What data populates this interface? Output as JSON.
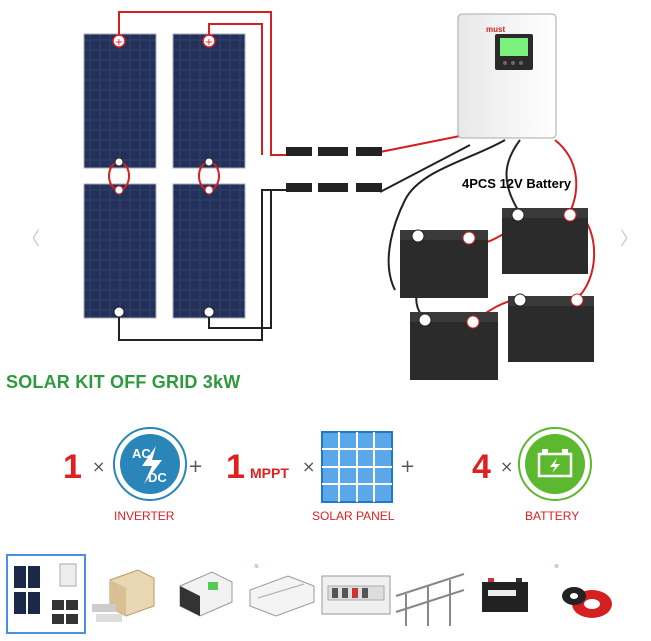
{
  "product": {
    "inverter_brand": "must",
    "battery_label": "4PCS 12V Battery",
    "title": "SOLAR KIT OFF GRID 3kW"
  },
  "gallery": {
    "prev_icon": "chevron-left-icon",
    "next_icon": "chevron-right-icon",
    "thumbnails": [
      {
        "name": "kit-overview"
      },
      {
        "name": "packaged-kit"
      },
      {
        "name": "inverter"
      },
      {
        "name": "combiner-box"
      },
      {
        "name": "distribution-box"
      },
      {
        "name": "mounting-bracket"
      },
      {
        "name": "battery"
      },
      {
        "name": "pv-cable"
      }
    ]
  },
  "formula": {
    "items": [
      {
        "qty": "1",
        "label": "INVERTER",
        "icon": "ac-dc-icon",
        "prefix": ""
      },
      {
        "qty": "1",
        "label": "SOLAR PANEL",
        "icon": "solar-panel-icon",
        "prefix": "MPPT"
      },
      {
        "qty": "4",
        "label": "BATTERY",
        "icon": "battery-icon",
        "prefix": ""
      }
    ],
    "times": "×",
    "plus": "+",
    "ac_text": "AC",
    "dc_text": "DC"
  },
  "colors": {
    "title_green": "#2e9a3e",
    "qty_red": "#e02020",
    "icon_blue": "#2a85b8",
    "icon_green": "#5cb82e",
    "panel_dark": "#1e2a4a",
    "wire_red": "#d42020"
  }
}
